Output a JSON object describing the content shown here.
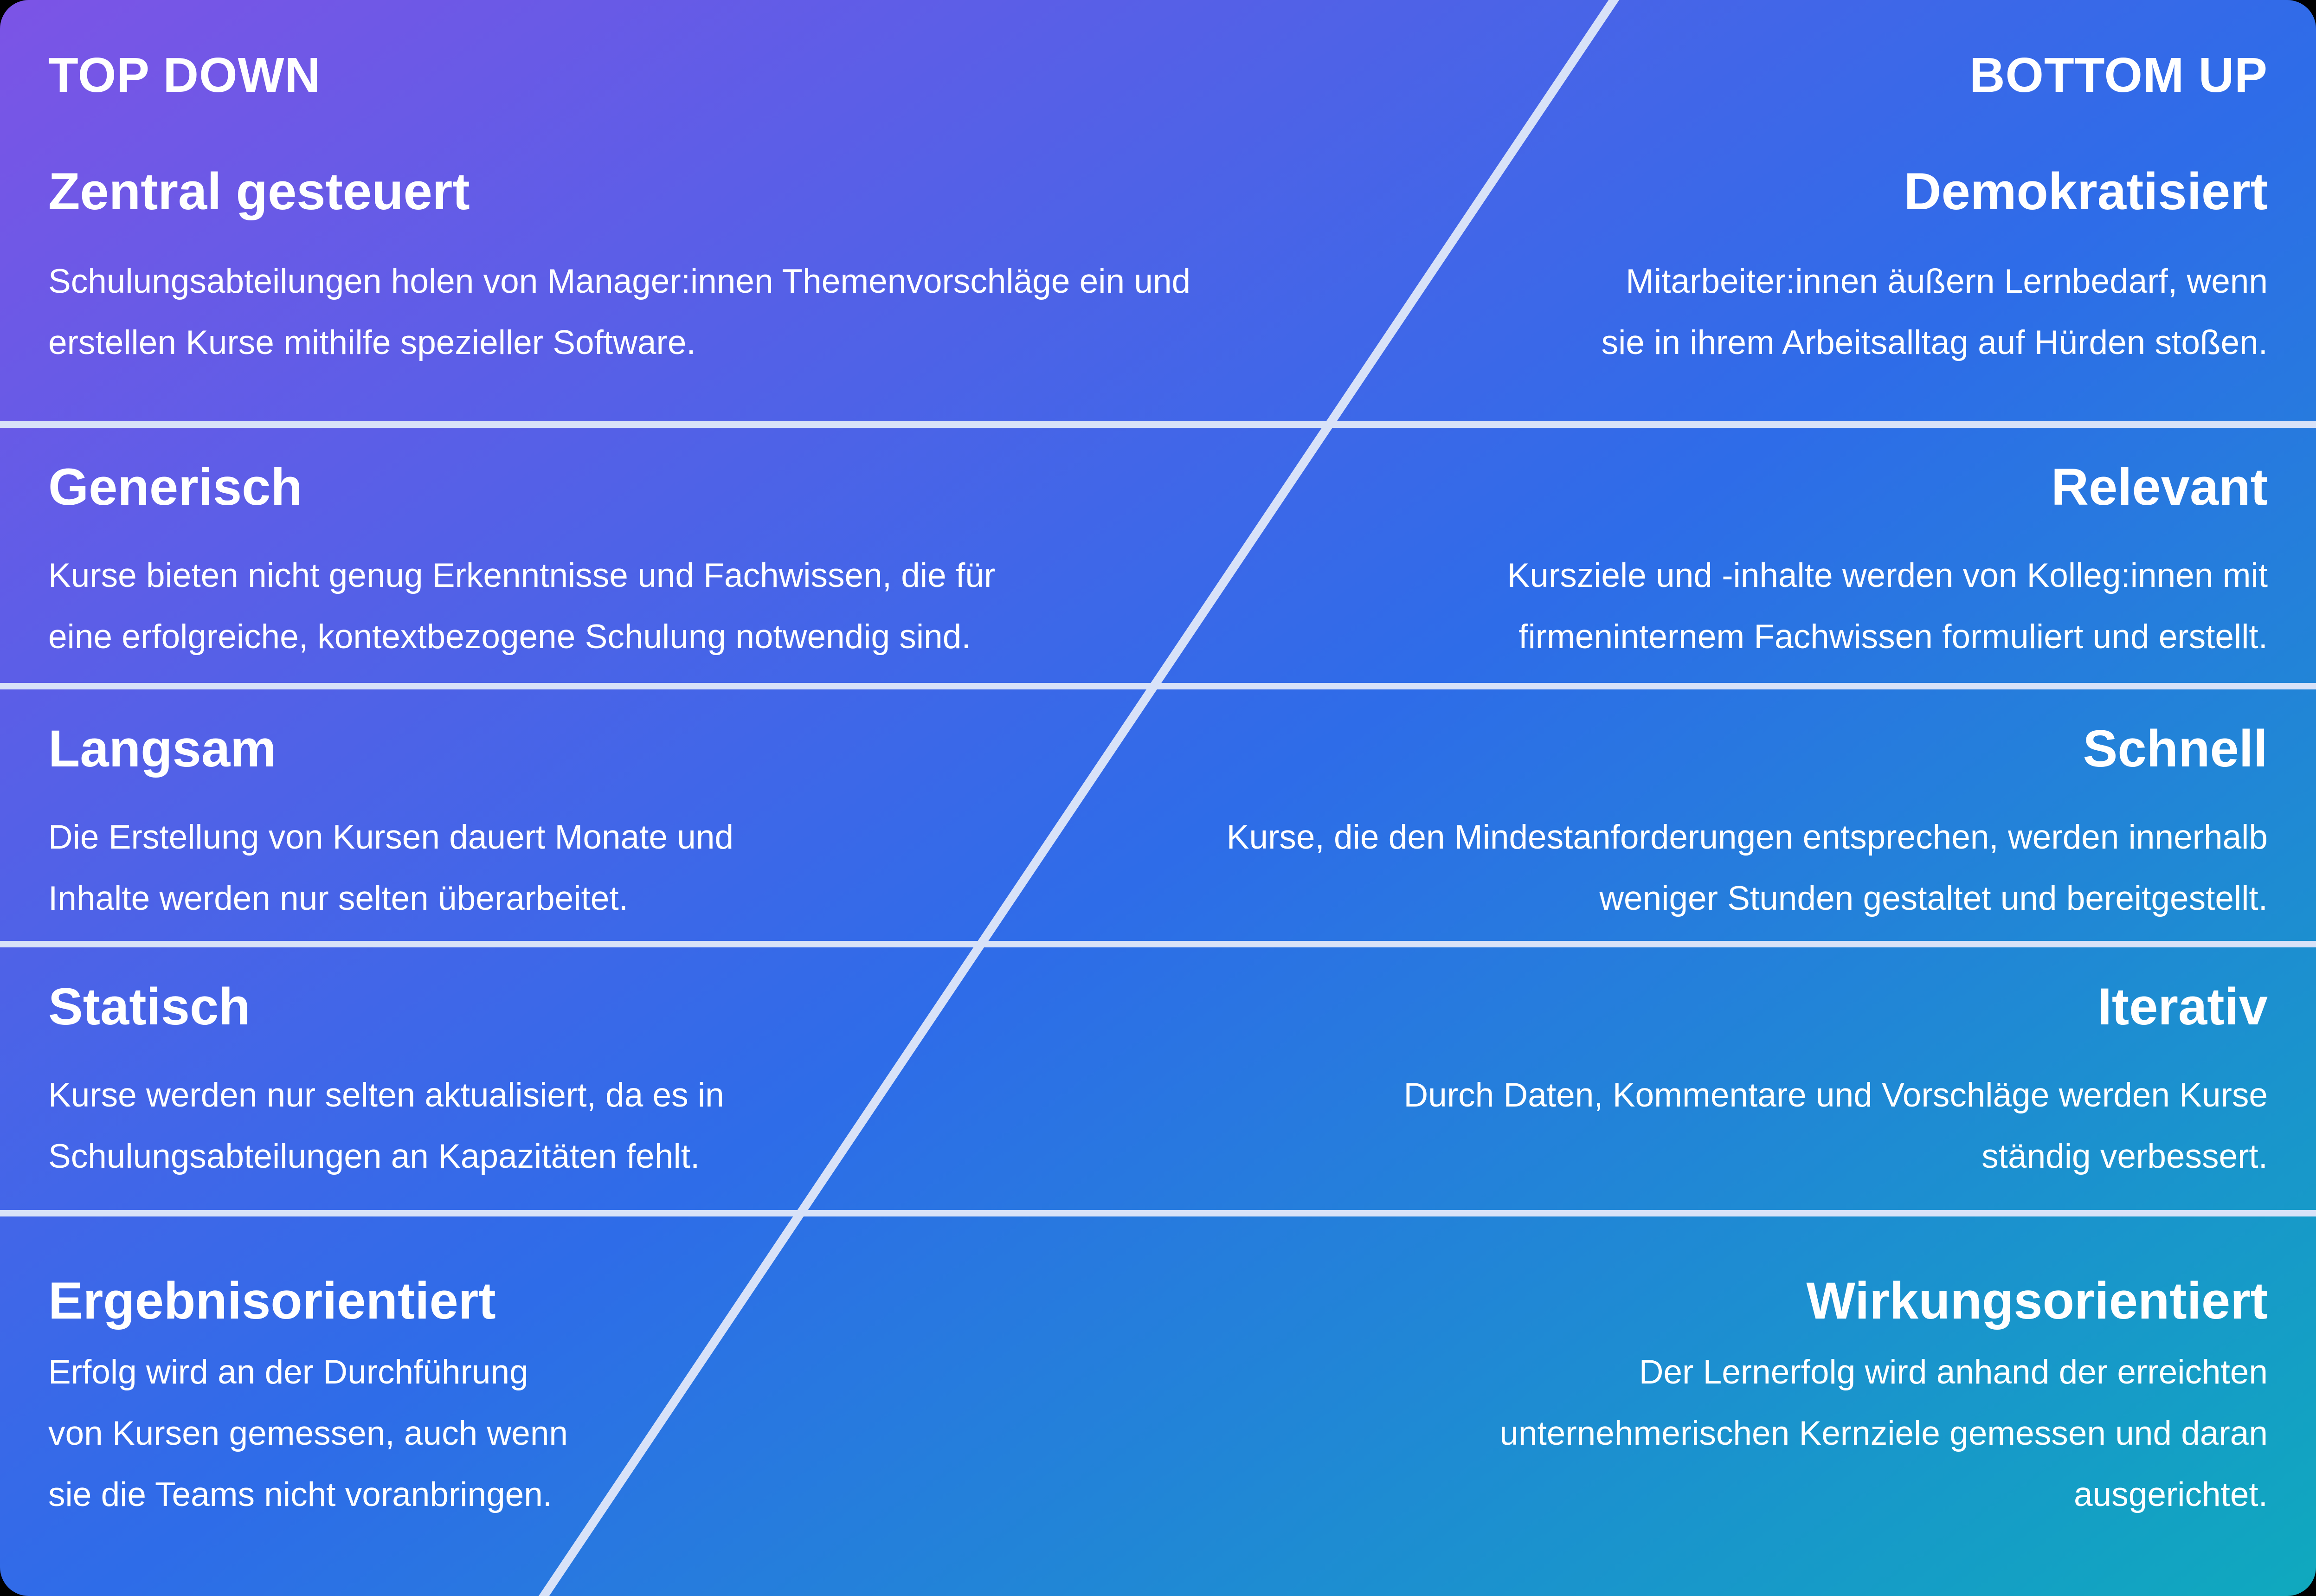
{
  "header": {
    "left": "TOP DOWN",
    "right": "BOTTOM UP"
  },
  "rows": [
    {
      "left": {
        "heading": "Zentral gesteuert",
        "body": "Schulungsabteilungen holen von Manager:innen Themenvorschläge ein und\nerstellen Kurse mithilfe spezieller Software."
      },
      "right": {
        "heading": "Demokratisiert",
        "body": "Mitarbeiter:innen äußern Lernbedarf, wenn\nsie in ihrem Arbeitsalltag auf Hürden stoßen."
      }
    },
    {
      "left": {
        "heading": "Generisch",
        "body": "Kurse bieten nicht genug Erkenntnisse und Fachwissen, die für\neine erfolgreiche, kontextbezogene Schulung notwendig sind."
      },
      "right": {
        "heading": "Relevant",
        "body": "Kursziele und -inhalte werden von Kolleg:innen mit\nfirmeninternem Fachwissen formuliert und erstellt."
      }
    },
    {
      "left": {
        "heading": "Langsam",
        "body": "Die Erstellung von Kursen dauert Monate und\nInhalte werden nur selten überarbeitet."
      },
      "right": {
        "heading": "Schnell",
        "body": "Kurse, die den Mindestanforderungen entsprechen, werden innerhalb\nweniger Stunden gestaltet und bereitgestellt."
      }
    },
    {
      "left": {
        "heading": "Statisch",
        "body": "Kurse werden nur selten aktualisiert, da es in\nSchulungsabteilungen an Kapazitäten fehlt."
      },
      "right": {
        "heading": "Iterativ",
        "body": "Durch Daten, Kommentare und Vorschläge werden Kurse\nständig verbessert."
      }
    },
    {
      "left": {
        "heading": "Ergebnisorientiert",
        "body": "Erfolg wird an der Durchführung\nvon Kursen gemessen, auch wenn\nsie die Teams nicht voranbringen."
      },
      "right": {
        "heading": "Wirkungsorientiert",
        "body": "Der Lernerfolg wird anhand der erreichten\nunternehmerischen Kernziele gemessen und daran\nausgerichtet."
      }
    }
  ],
  "colors": {
    "gradient_start_purple": "#7c54e6",
    "gradient_mid_blue": "#2e6ce8",
    "gradient_end_teal": "#0fa9be",
    "divider_line": "#d8e2f8",
    "text": "#ffffff"
  }
}
